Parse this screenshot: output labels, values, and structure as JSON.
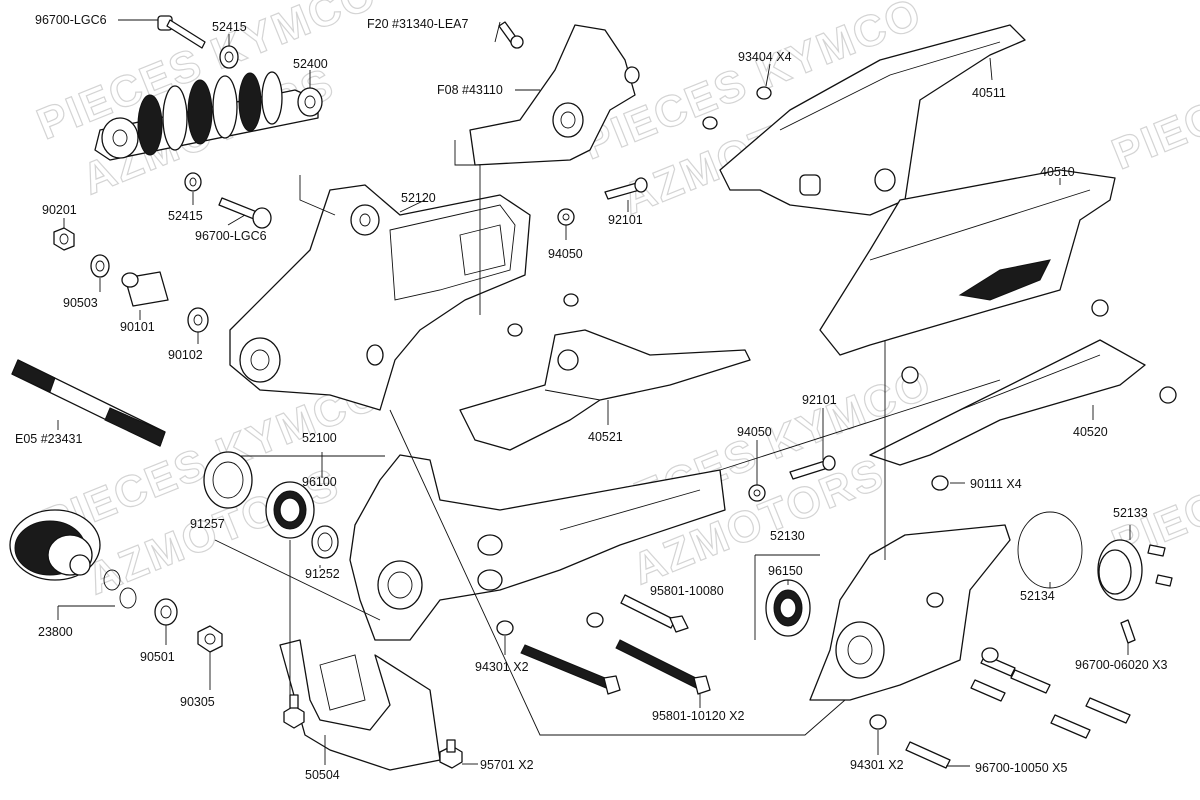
{
  "watermark": {
    "brand": "PIECES KYMCO",
    "site": "AZMOTORS"
  },
  "labels": {
    "l_96700_lgc6_top": "96700-LGC6",
    "l_52415_top": "52415",
    "l_52400": "52400",
    "l_f20": "F20 #31340-LEA7",
    "l_f08": "F08 #43110",
    "l_93404": "93404  X4",
    "l_40511": "40511",
    "l_52415_bot": "52415",
    "l_96700_lgc6_bot": "96700-LGC6",
    "l_52120": "52120",
    "l_90201": "90201",
    "l_90503": "90503",
    "l_90101": "90101",
    "l_90102": "90102",
    "l_92101_top": "92101",
    "l_94050_top": "94050",
    "l_40510": "40510",
    "l_e05": "E05 #23431",
    "l_40521": "40521",
    "l_92101_mid": "92101",
    "l_94050_mid": "94050",
    "l_40520": "40520",
    "l_52100": "52100",
    "l_96100": "96100",
    "l_90111": "90111  X4",
    "l_91257": "91257",
    "l_91252": "91252",
    "l_52130": "52130",
    "l_52133": "52133",
    "l_96150": "96150",
    "l_95801_10080": "95801-10080",
    "l_52134": "52134",
    "l_23800": "23800",
    "l_90501": "90501",
    "l_94301_left": "94301  X2",
    "l_96700_06020": "96700-06020  X3",
    "l_90305": "90305",
    "l_95801_10120": "95801-10120  X2",
    "l_95701": "95701  X2",
    "l_94301_right": "94301  X2",
    "l_96700_10050": "96700-10050  X5",
    "l_50504": "50504"
  }
}
